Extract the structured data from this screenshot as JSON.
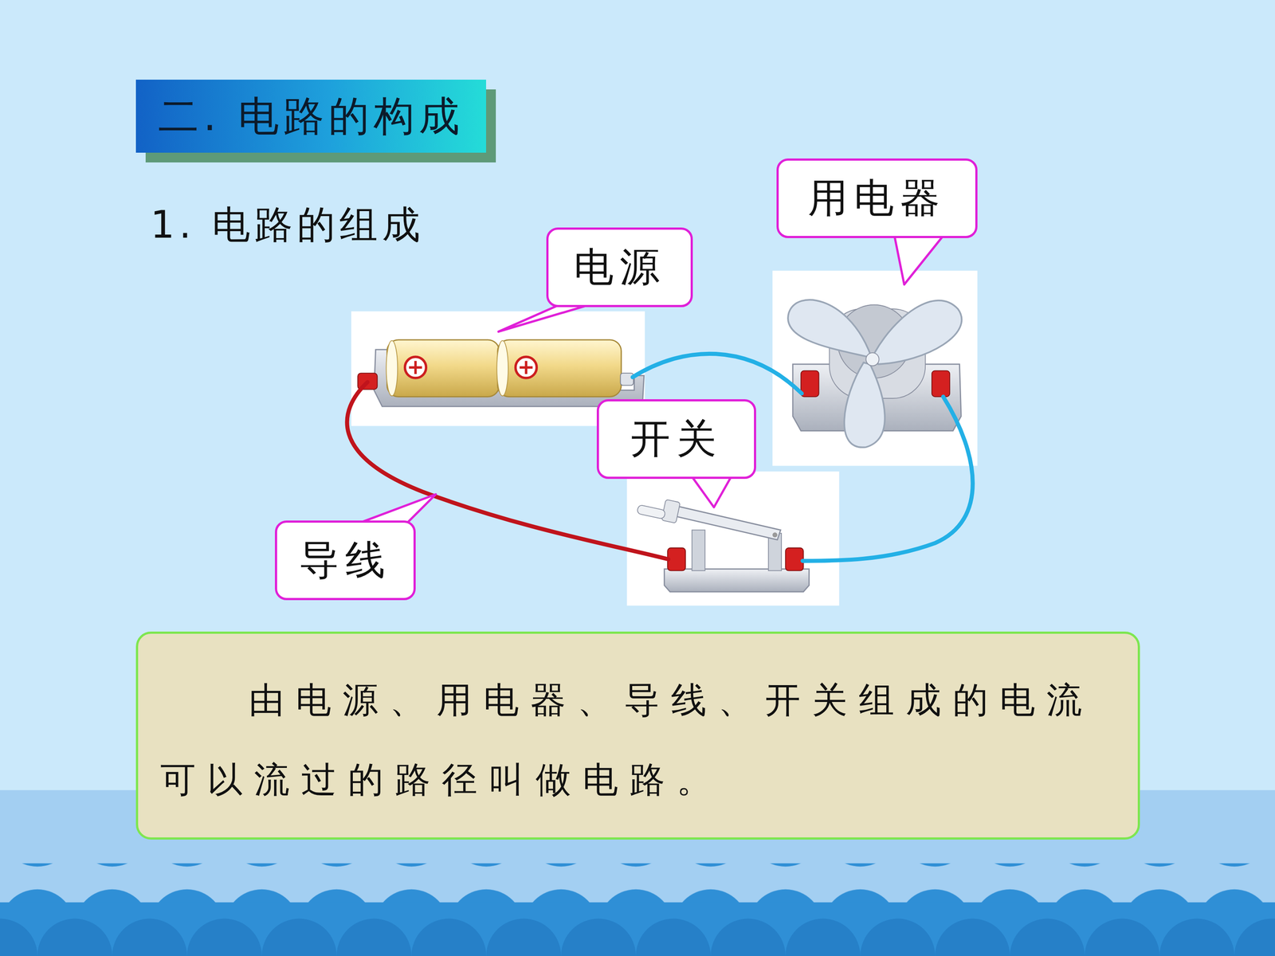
{
  "diagram": {
    "title": "二. 电路的构成",
    "nodes": [
      {
        "text": [
          "二. 电路的构成"
        ]
      },
      {
        "text": [
          "用电器"
        ]
      },
      {
        "text": [
          "电源"
        ]
      },
      {
        "text": [
          "开关"
        ]
      },
      {
        "text": [
          "导线"
        ]
      },
      {
        "text": [
          "由电源、用电器、导线、开关组成的电流可以流过的路径叫做电路。"
        ]
      }
    ],
    "edges": [],
    "labels": [
      "1. 电路的组成"
    ]
  }
}
